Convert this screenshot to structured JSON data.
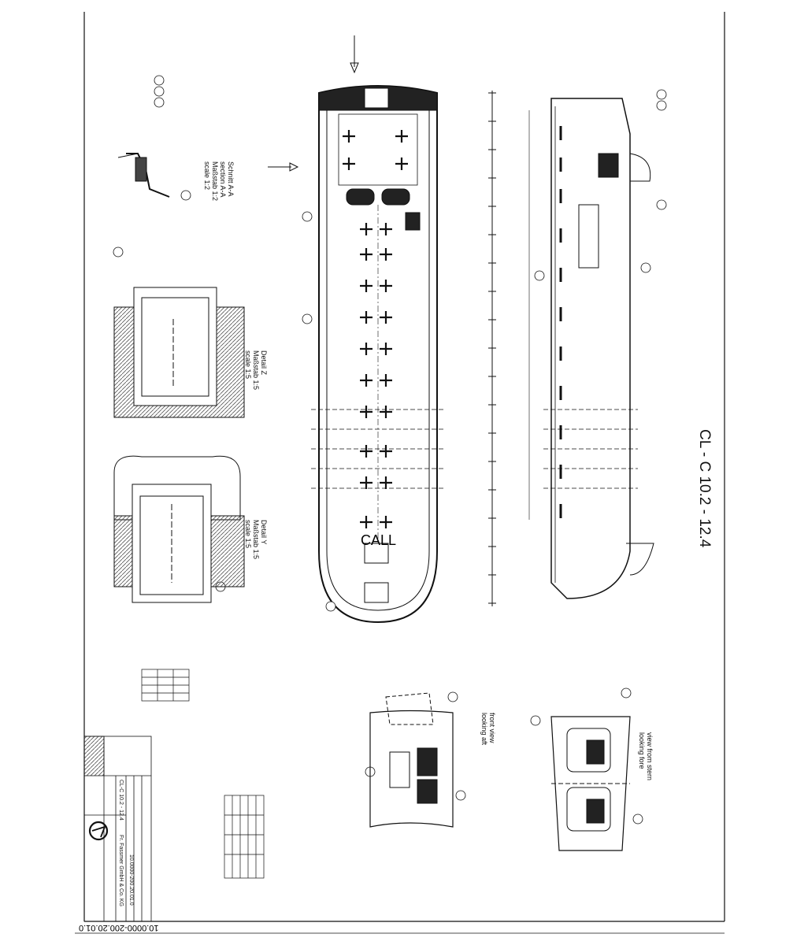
{
  "drawing": {
    "title": "CL - C 10.2 - 12.4",
    "document_number": "10.0000-200.20.01.0",
    "call_label": "CALL"
  },
  "views": {
    "section_aa": [
      "Schnitt A-A",
      "section A-A",
      "Maßstab 1:2",
      "scale 1:2"
    ],
    "detail_z": [
      "Detail Z",
      "Maßstab 1:5",
      "scale 1:5"
    ],
    "detail_y": [
      "Detail Y",
      "Maßstab 1:5",
      "scale 1:5"
    ],
    "front_view": [
      "front view",
      "looking aft"
    ],
    "stern_view": [
      "view from stern",
      "looking fore"
    ]
  },
  "title_block": {
    "company": "Fr. Fassmer GmbH & Co. KG",
    "drawing_number": "10.0000-200.20.01.0",
    "type": "CL-C 10.2 - 12.4"
  },
  "colors": {
    "line": "#111111",
    "hatch": "#555555",
    "fill_dark": "#222222"
  }
}
